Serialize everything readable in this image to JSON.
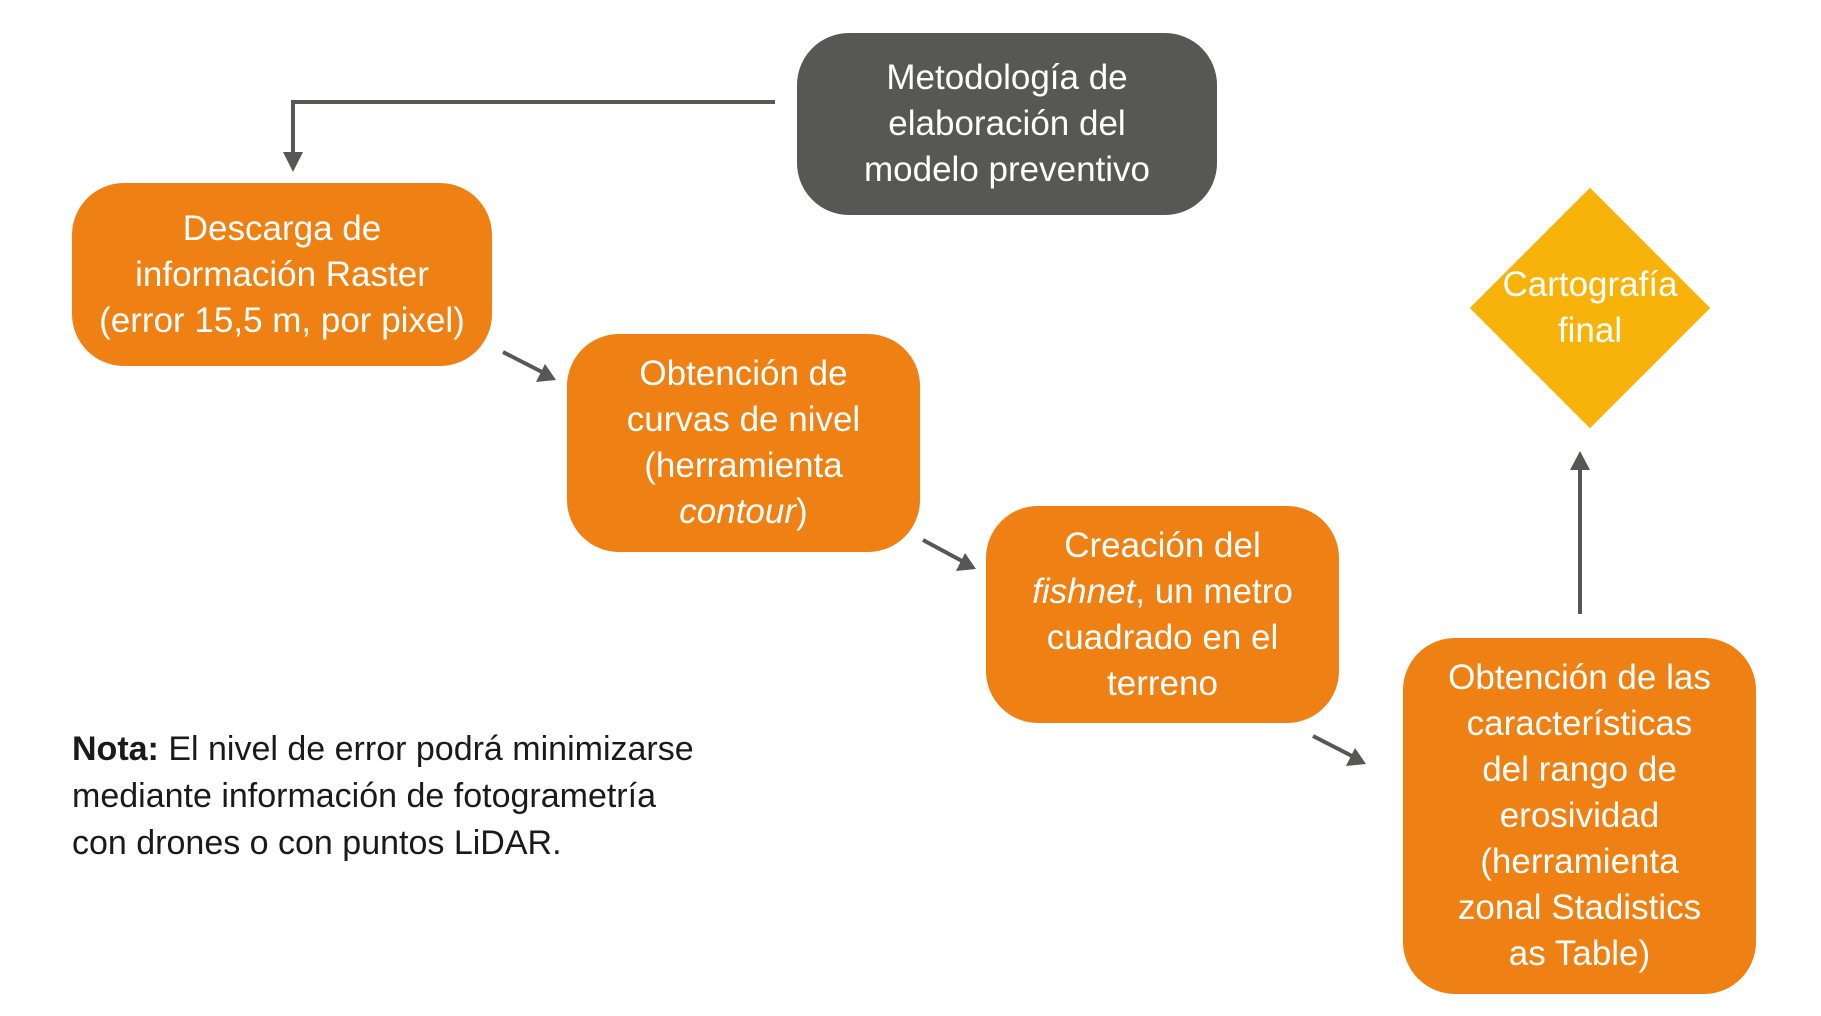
{
  "diagram": {
    "nodes": {
      "start": {
        "line1": "Metodología de",
        "line2": "elaboración del",
        "line3": "modelo preventivo"
      },
      "raster": {
        "line1": "Descarga de",
        "line2": "información Raster",
        "line3": "(error 15,5 m, por pixel)"
      },
      "contour": {
        "line1": "Obtención de",
        "line2": "curvas de nivel",
        "line3": "(herramienta",
        "line4_italic": "contour",
        "line4_tail": ")"
      },
      "fishnet": {
        "line1": "Creación del",
        "line2_italic": "fishnet",
        "line2_tail": ", un metro",
        "line3": "cuadrado en el",
        "line4": "terreno"
      },
      "zonal": {
        "line1": "Obtención de las",
        "line2": "características",
        "line3": "del rango de",
        "line4": "erosividad",
        "line5": "(herramienta",
        "line6": "zonal Stadistics",
        "line7": "as Table)"
      },
      "final": {
        "line1": "Cartografía",
        "line2": "final"
      }
    },
    "note": {
      "label": "Nota:",
      "line1": " El nivel de error podrá minimizarse",
      "line2": "mediante información de fotogrametría",
      "line3": "con drones o con puntos LiDAR."
    },
    "colors": {
      "process": "#ee8014",
      "start": "#575756",
      "end": "#f7b30a",
      "arrow": "#575756"
    }
  }
}
